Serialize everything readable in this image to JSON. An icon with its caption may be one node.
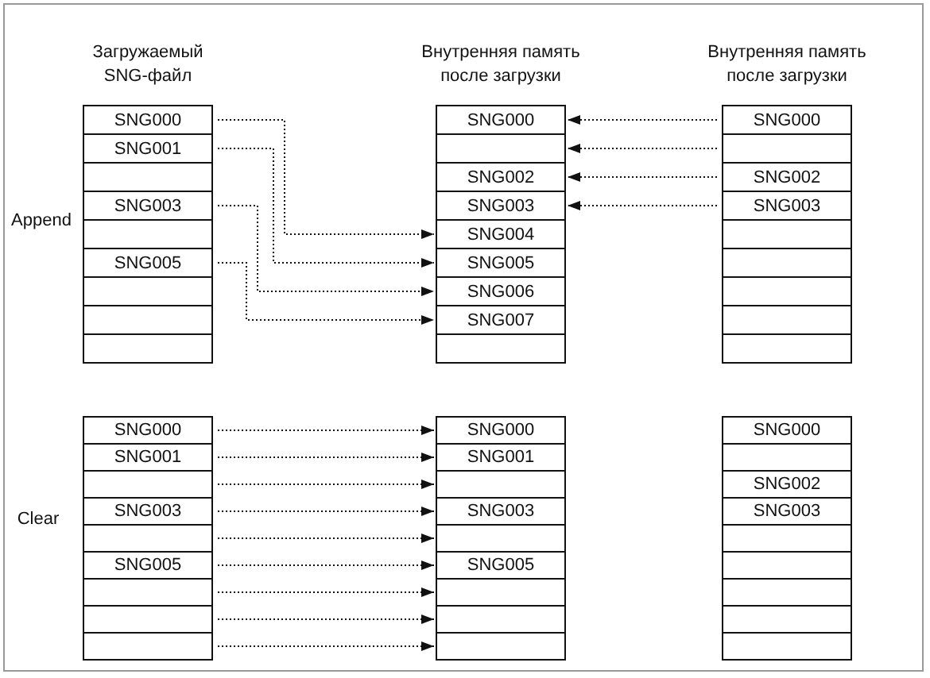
{
  "diagram": {
    "nodes": [
      {
        "text": [
          "SNG000"
        ]
      },
      {
        "text": [
          "SNG001"
        ]
      },
      {
        "text": [],
        "shape": "box"
      },
      {
        "text": [
          "SNG003"
        ]
      },
      {
        "text": [],
        "shape": "box"
      },
      {
        "text": [
          "SNG005"
        ]
      },
      {
        "text": [],
        "shape": "box"
      },
      {
        "text": [],
        "shape": "box"
      },
      {
        "text": [],
        "shape": "box"
      },
      {
        "text": [
          "SNG000"
        ]
      },
      {
        "text": [],
        "shape": "box"
      },
      {
        "text": [
          "SNG002"
        ]
      },
      {
        "text": [
          "SNG003"
        ]
      },
      {
        "text": [
          "SNG004"
        ]
      },
      {
        "text": [
          "SNG005"
        ]
      },
      {
        "text": [
          "SNG006"
        ]
      },
      {
        "text": [
          "SNG007"
        ]
      },
      {
        "text": [],
        "shape": "box"
      },
      {
        "text": [
          "SNG000"
        ]
      },
      {
        "text": [],
        "shape": "box"
      },
      {
        "text": [
          "SNG002"
        ]
      },
      {
        "text": [
          "SNG003"
        ]
      },
      {
        "text": [],
        "shape": "box"
      },
      {
        "text": [],
        "shape": "box"
      },
      {
        "text": [],
        "shape": "box"
      },
      {
        "text": [],
        "shape": "box"
      },
      {
        "text": [],
        "shape": "box"
      },
      {
        "text": [
          "SNG000"
        ]
      },
      {
        "text": [
          "SNG001"
        ]
      },
      {
        "text": [],
        "shape": "box"
      },
      {
        "text": [
          "SNG003"
        ]
      },
      {
        "text": [],
        "shape": "box"
      },
      {
        "text": [
          "SNG005"
        ]
      },
      {
        "text": [],
        "shape": "box"
      },
      {
        "text": [],
        "shape": "box"
      },
      {
        "text": [],
        "shape": "box"
      },
      {
        "text": [
          "SNG000"
        ]
      },
      {
        "text": [
          "SNG001"
        ]
      },
      {
        "text": [],
        "shape": "box"
      },
      {
        "text": [
          "SNG003"
        ]
      },
      {
        "text": [],
        "shape": "box"
      },
      {
        "text": [
          "SNG005"
        ]
      },
      {
        "text": [],
        "shape": "box"
      },
      {
        "text": [],
        "shape": "box"
      },
      {
        "text": [],
        "shape": "box"
      },
      {
        "text": [
          "SNG000"
        ]
      },
      {
        "text": [],
        "shape": "box"
      },
      {
        "text": [
          "SNG002"
        ]
      },
      {
        "text": [
          "SNG003"
        ]
      },
      {
        "text": [],
        "shape": "box"
      },
      {
        "text": [],
        "shape": "box"
      },
      {
        "text": [],
        "shape": "box"
      },
      {
        "text": [],
        "shape": "box"
      },
      {
        "text": [],
        "shape": "box"
      }
    ],
    "edges": [
      {
        "from": 0,
        "to": 13,
        "arrow": "to"
      },
      {
        "from": 1,
        "to": 14,
        "arrow": "to"
      },
      {
        "from": 3,
        "to": 15,
        "arrow": "to"
      },
      {
        "from": 5,
        "to": 16,
        "arrow": "to"
      },
      {
        "from": 18,
        "to": 9,
        "arrow": "to"
      },
      {
        "from": 19,
        "to": 10,
        "arrow": "to"
      },
      {
        "from": 20,
        "to": 11,
        "arrow": "to"
      },
      {
        "from": 21,
        "to": 12,
        "arrow": "to"
      },
      {
        "from": 27,
        "to": 36,
        "arrow": "to"
      },
      {
        "from": 28,
        "to": 37,
        "arrow": "to"
      },
      {
        "from": 29,
        "to": 38,
        "arrow": "to"
      },
      {
        "from": 30,
        "to": 39,
        "arrow": "to"
      },
      {
        "from": 31,
        "to": 40,
        "arrow": "to"
      },
      {
        "from": 32,
        "to": 41,
        "arrow": "to"
      },
      {
        "from": 33,
        "to": 42,
        "arrow": "to"
      },
      {
        "from": 34,
        "to": 43,
        "arrow": "to"
      },
      {
        "from": 35,
        "to": 44,
        "arrow": "to"
      }
    ],
    "labels": [
      "Загружаемый SNG-файл",
      "Внутренняя память после загрузки",
      "Внутренняя память после загрузки",
      "Append",
      "Clear"
    ]
  }
}
